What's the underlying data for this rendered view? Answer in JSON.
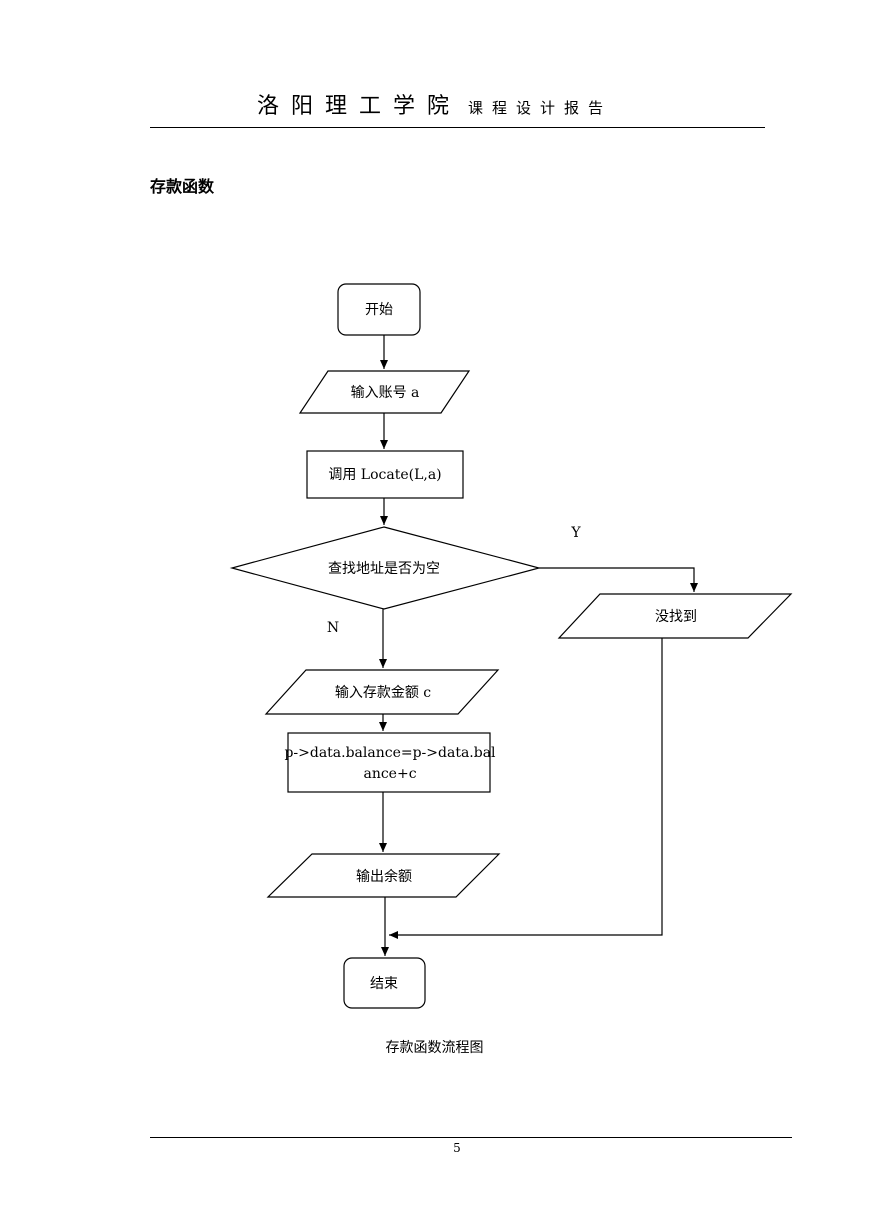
{
  "header": {
    "school": "洛阳理工学院",
    "report": "课程设计报告"
  },
  "section": {
    "title": "存款函数"
  },
  "flowchart": {
    "start": "开始",
    "input_account": "输入账号 a",
    "call_locate": "调用 Locate(L,a)",
    "decision": "查找地址是否为空",
    "yes_label": "Y",
    "no_label": "N",
    "not_found": "没找到",
    "input_amount": "输入存款金额 c",
    "update_line1": "p->data.balance=p->data.bal",
    "update_line2": "ance+c",
    "output_balance": "输出余额",
    "end": "结束"
  },
  "caption": "存款函数流程图",
  "footer": {
    "page_number": "5"
  }
}
